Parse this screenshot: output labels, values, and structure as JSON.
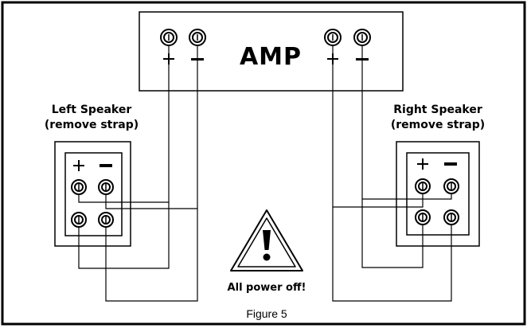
{
  "amp": {
    "label": "AMP"
  },
  "left_speaker": {
    "title": "Left Speaker",
    "subtitle": "(remove strap)"
  },
  "right_speaker": {
    "title": "Right Speaker",
    "subtitle": "(remove strap)"
  },
  "warning": {
    "text": "All power off!",
    "icon": "warning-triangle-icon"
  },
  "caption": "Figure 5"
}
